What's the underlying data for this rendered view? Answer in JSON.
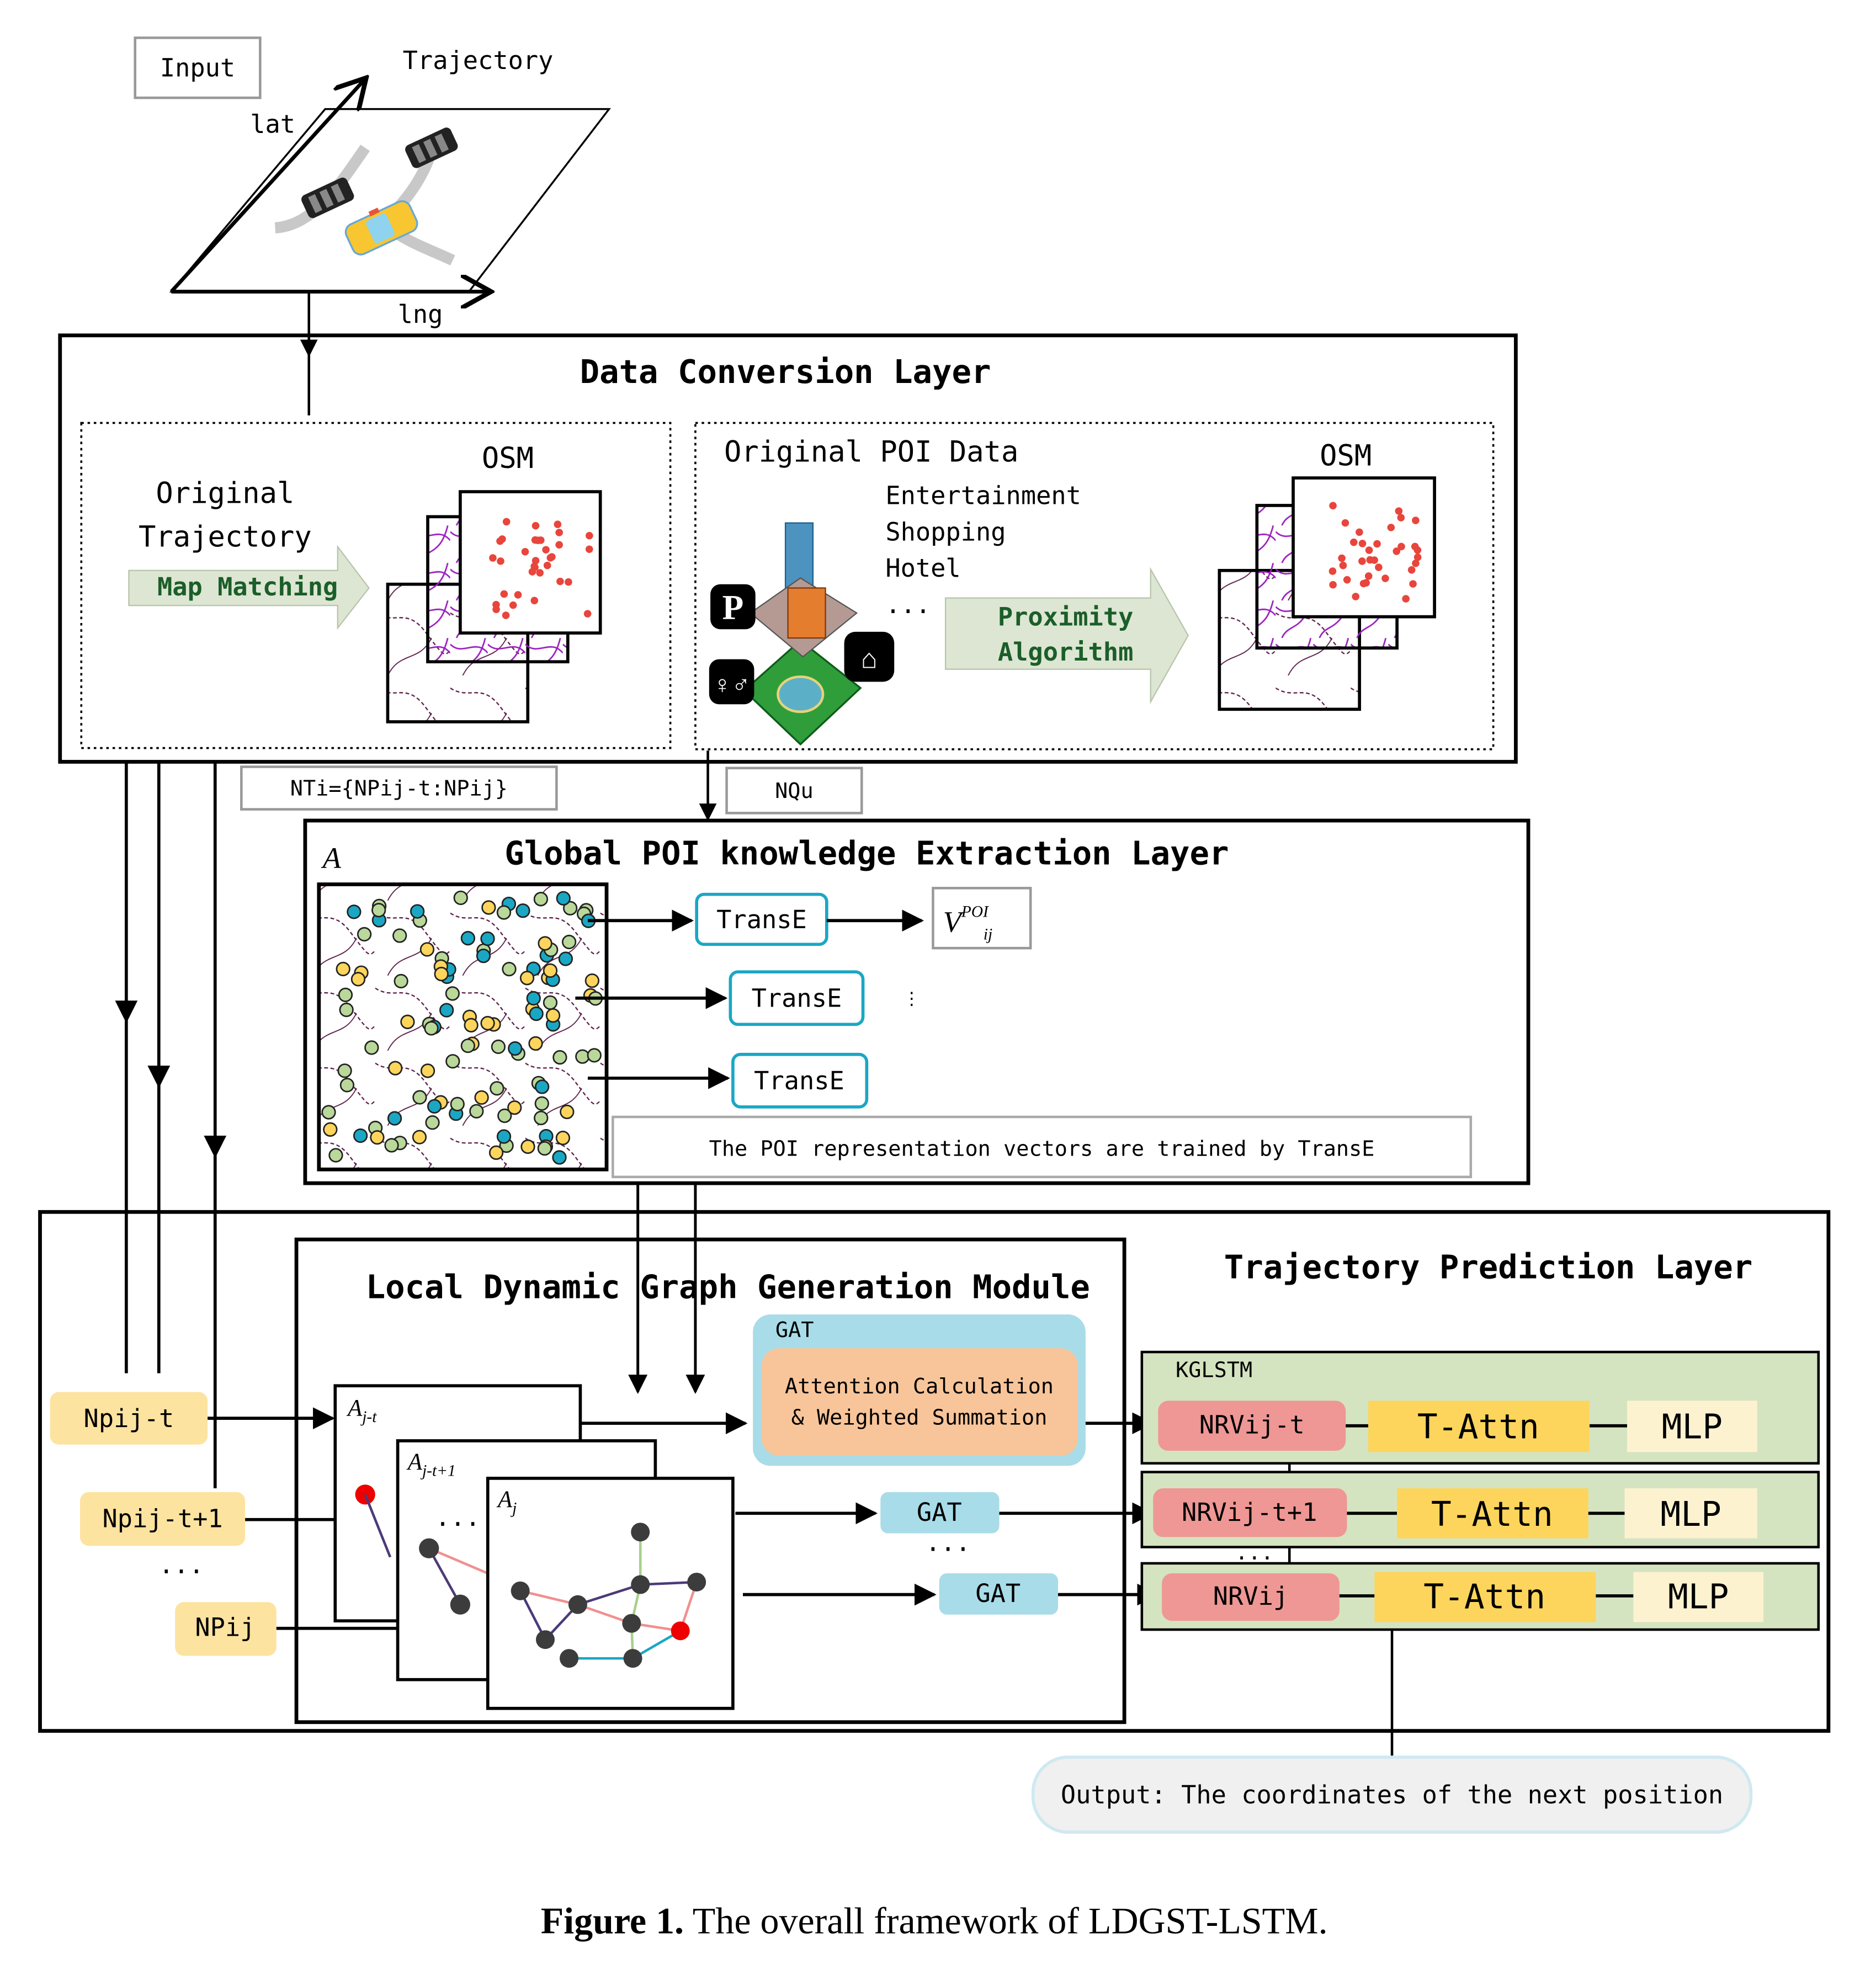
{
  "input": {
    "label": "Input",
    "trajectory_label": "Trajectory",
    "axis_lat": "lat",
    "axis_lng": "lng"
  },
  "data_conversion": {
    "title": "Data Conversion Layer",
    "left_panel": {
      "title_line1": "Original",
      "title_line2": "Trajectory",
      "arrow_label": "Map Matching",
      "map_label": "OSM"
    },
    "right_panel": {
      "title": "Original POI Data",
      "categories": [
        "Entertainment",
        "Shopping",
        "Hotel",
        "..."
      ],
      "arrow_label_line1": "Proximity",
      "arrow_label_line2": "Algorithm",
      "map_label": "OSM"
    }
  },
  "connectors": {
    "nti_label": "NTi={NPij-t:NPij}",
    "nqu_label": "NQu"
  },
  "global_poi": {
    "title": "Global POI knowledge Extraction Layer",
    "matrix_label": "A",
    "transe_labels": [
      "TransE",
      "TransE",
      "TransE"
    ],
    "vector_label": "V",
    "vector_sup": "POI",
    "vector_sub": "ij",
    "note": "The POI representation vectors are trained by TransE"
  },
  "local_graph": {
    "title": "Local Dynamic Graph Generation Module",
    "inputs": [
      "Npij-t",
      "Npij-t+1",
      "...",
      "NPij"
    ],
    "graph_labels": [
      "A",
      "A",
      "A"
    ],
    "graph_subs": [
      "j-t",
      "j-t+1",
      "j"
    ],
    "ellipsis": "...",
    "gat_big_label": "GAT",
    "gat_inner_line1": "Attention Calculation",
    "gat_inner_line2": "& Weighted Summation",
    "gat_small_labels": [
      "GAT",
      "GAT"
    ],
    "gat_ellipsis": "..."
  },
  "prediction": {
    "title": "Trajectory Prediction Layer",
    "module_label": "KGLSTM",
    "rows": [
      {
        "nrv": "NRVij-t",
        "attn": "T-Attn",
        "mlp": "MLP"
      },
      {
        "nrv": "NRVij-t+1",
        "attn": "T-Attn",
        "mlp": "MLP"
      },
      {
        "nrv": "NRVij",
        "attn": "T-Attn",
        "mlp": "MLP"
      }
    ],
    "row_ellipsis": "..."
  },
  "output": {
    "label": "Output: The coordinates of the next position"
  },
  "caption": {
    "prefix": "Figure 1.",
    "text": " The overall framework of LDGST-LSTM."
  },
  "colors": {
    "transe_border": "#1aa7c4",
    "gat_outer": "#a8dce8",
    "gat_inner": "#f8c59a",
    "kglstm_bg": "#d5e4c0",
    "nrv_bg": "#ee9794",
    "attn_bg": "#fdd55c",
    "mlp_bg": "#fdf2d0",
    "input_chip_bg": "#fde3a0",
    "arrow_block_bg": "#dde6d2",
    "arrow_text": "#1b5e2a",
    "poi_dot_red": "#e8453c",
    "graph_node": "#3c3c3c",
    "graph_node_highlight": "#ee0000"
  }
}
